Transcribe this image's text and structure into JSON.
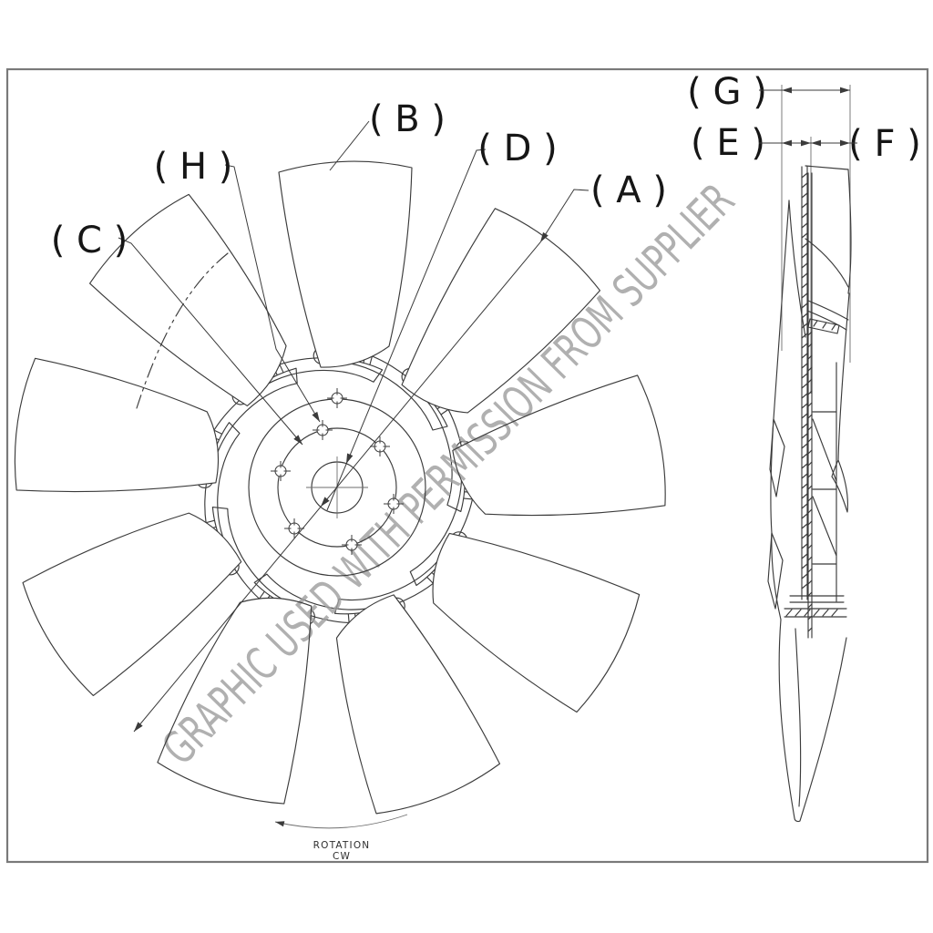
{
  "drawing": {
    "watermark": "GRAPHIC USED WITH PERMISSION FROM SUPPLIER",
    "rotation_note": {
      "line1": "ROTATION",
      "line2": "CW"
    },
    "callouts": {
      "A": "( A )",
      "B": "( B )",
      "C": "( C )",
      "D": "( D )",
      "E": "( E )",
      "F": "( F )",
      "G": "( G )",
      "H": "( H )"
    },
    "colors": {
      "line": "#3b3b3b",
      "construction": "#6e6e6e",
      "frame": "#7a7a7a",
      "watermark": "#9f9f9f",
      "text": "#161616",
      "background": "#ffffff"
    }
  }
}
